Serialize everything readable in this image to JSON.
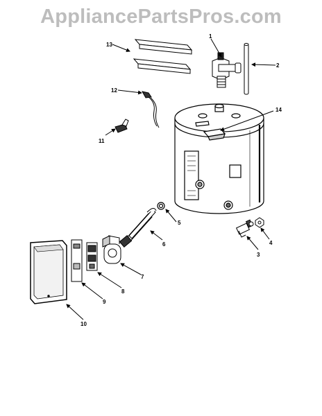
{
  "watermark": "AppliancePartsPros.com",
  "labels": {
    "l1": "1",
    "l2": "2",
    "l3": "3",
    "l4": "4",
    "l5": "5",
    "l6": "6",
    "l7": "7",
    "l8": "8",
    "l9": "9",
    "l10": "10",
    "l11": "11",
    "l12": "12",
    "l13": "13",
    "l14": "14"
  }
}
